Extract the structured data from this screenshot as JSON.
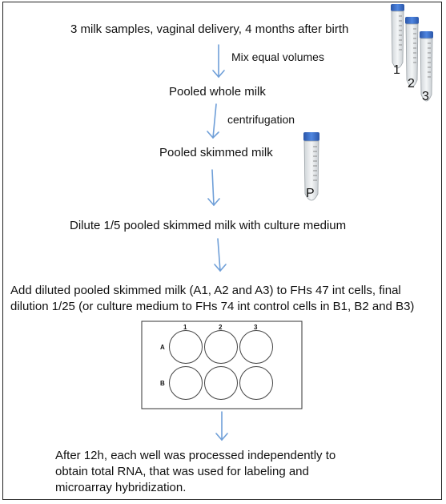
{
  "steps": {
    "s1": "3 milk samples, vaginal delivery, 4 months after birth",
    "a1": "Mix equal volumes",
    "s2": "Pooled whole milk",
    "a2": "centrifugation",
    "s3": "Pooled skimmed milk",
    "s4": "Dilute 1/5 pooled skimmed milk with culture medium",
    "s5_line1": "Add diluted pooled skimmed milk (A1, A2 and A3) to FHs 47 int cells, final",
    "s5_line2": "dilution 1/25 (or culture medium to FHs 74 int control cells in B1, B2 and B3)",
    "s6_line1": "After 12h, each well was processed independently to",
    "s6_line2": "obtain total RNA, that was used for labeling and",
    "s6_line3": "microarray hybridization."
  },
  "tubes": {
    "t1": "1",
    "t2": "2",
    "t3": "3",
    "pooled": "P"
  },
  "plate": {
    "cols": [
      "1",
      "2",
      "3"
    ],
    "rows": [
      "A",
      "B"
    ]
  },
  "colors": {
    "arrow": "#6f9fd8",
    "cap": "#3a6fc9",
    "tube": "#e9ecef"
  }
}
